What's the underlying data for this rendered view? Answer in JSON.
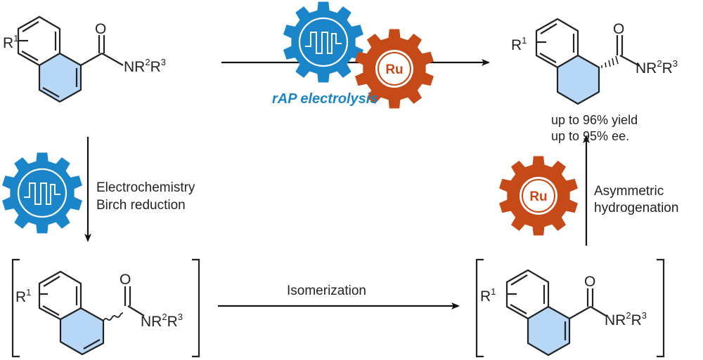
{
  "title": "Electrochemical Birch reduction / asymmetric hydrogenation cascade",
  "colors": {
    "electro_gear": "#1a86c9",
    "ru_gear": "#c54a17",
    "ring_fill": "#b7d7f6",
    "bond": "#222222"
  },
  "top_reaction": {
    "catalysis_label": "rAP electrolysis",
    "ru_label": "Ru"
  },
  "starting_material": {
    "substituent_r1": "R",
    "r1_index": "1",
    "oxygen": "O",
    "amide": "NR",
    "r2_index": "2",
    "r3": "R",
    "r3_index": "3"
  },
  "product": {
    "substituent_r1": "R",
    "r1_index": "1",
    "oxygen": "O",
    "amide": "NR",
    "r2_index": "2",
    "r3": "R",
    "r3_index": "3",
    "yield_text": "up to 96% yield",
    "ee_text": "up to 95% ee."
  },
  "step_birch": {
    "line1": "Electrochemistry",
    "line2": "Birch reduction"
  },
  "step_isomerization": {
    "label": "Isomerization"
  },
  "step_hydrogenation": {
    "line1": "Asymmetric",
    "line2": "hydrogenation",
    "ru_label": "Ru"
  },
  "intermediate_1": {
    "substituent_r1": "R",
    "r1_index": "1",
    "oxygen": "O",
    "amide": "NR",
    "r2_index": "2",
    "r3": "R",
    "r3_index": "3"
  },
  "intermediate_2": {
    "substituent_r1": "R",
    "r1_index": "1",
    "oxygen": "O",
    "amide": "NR",
    "r2_index": "2",
    "r3": "R",
    "r3_index": "3"
  }
}
